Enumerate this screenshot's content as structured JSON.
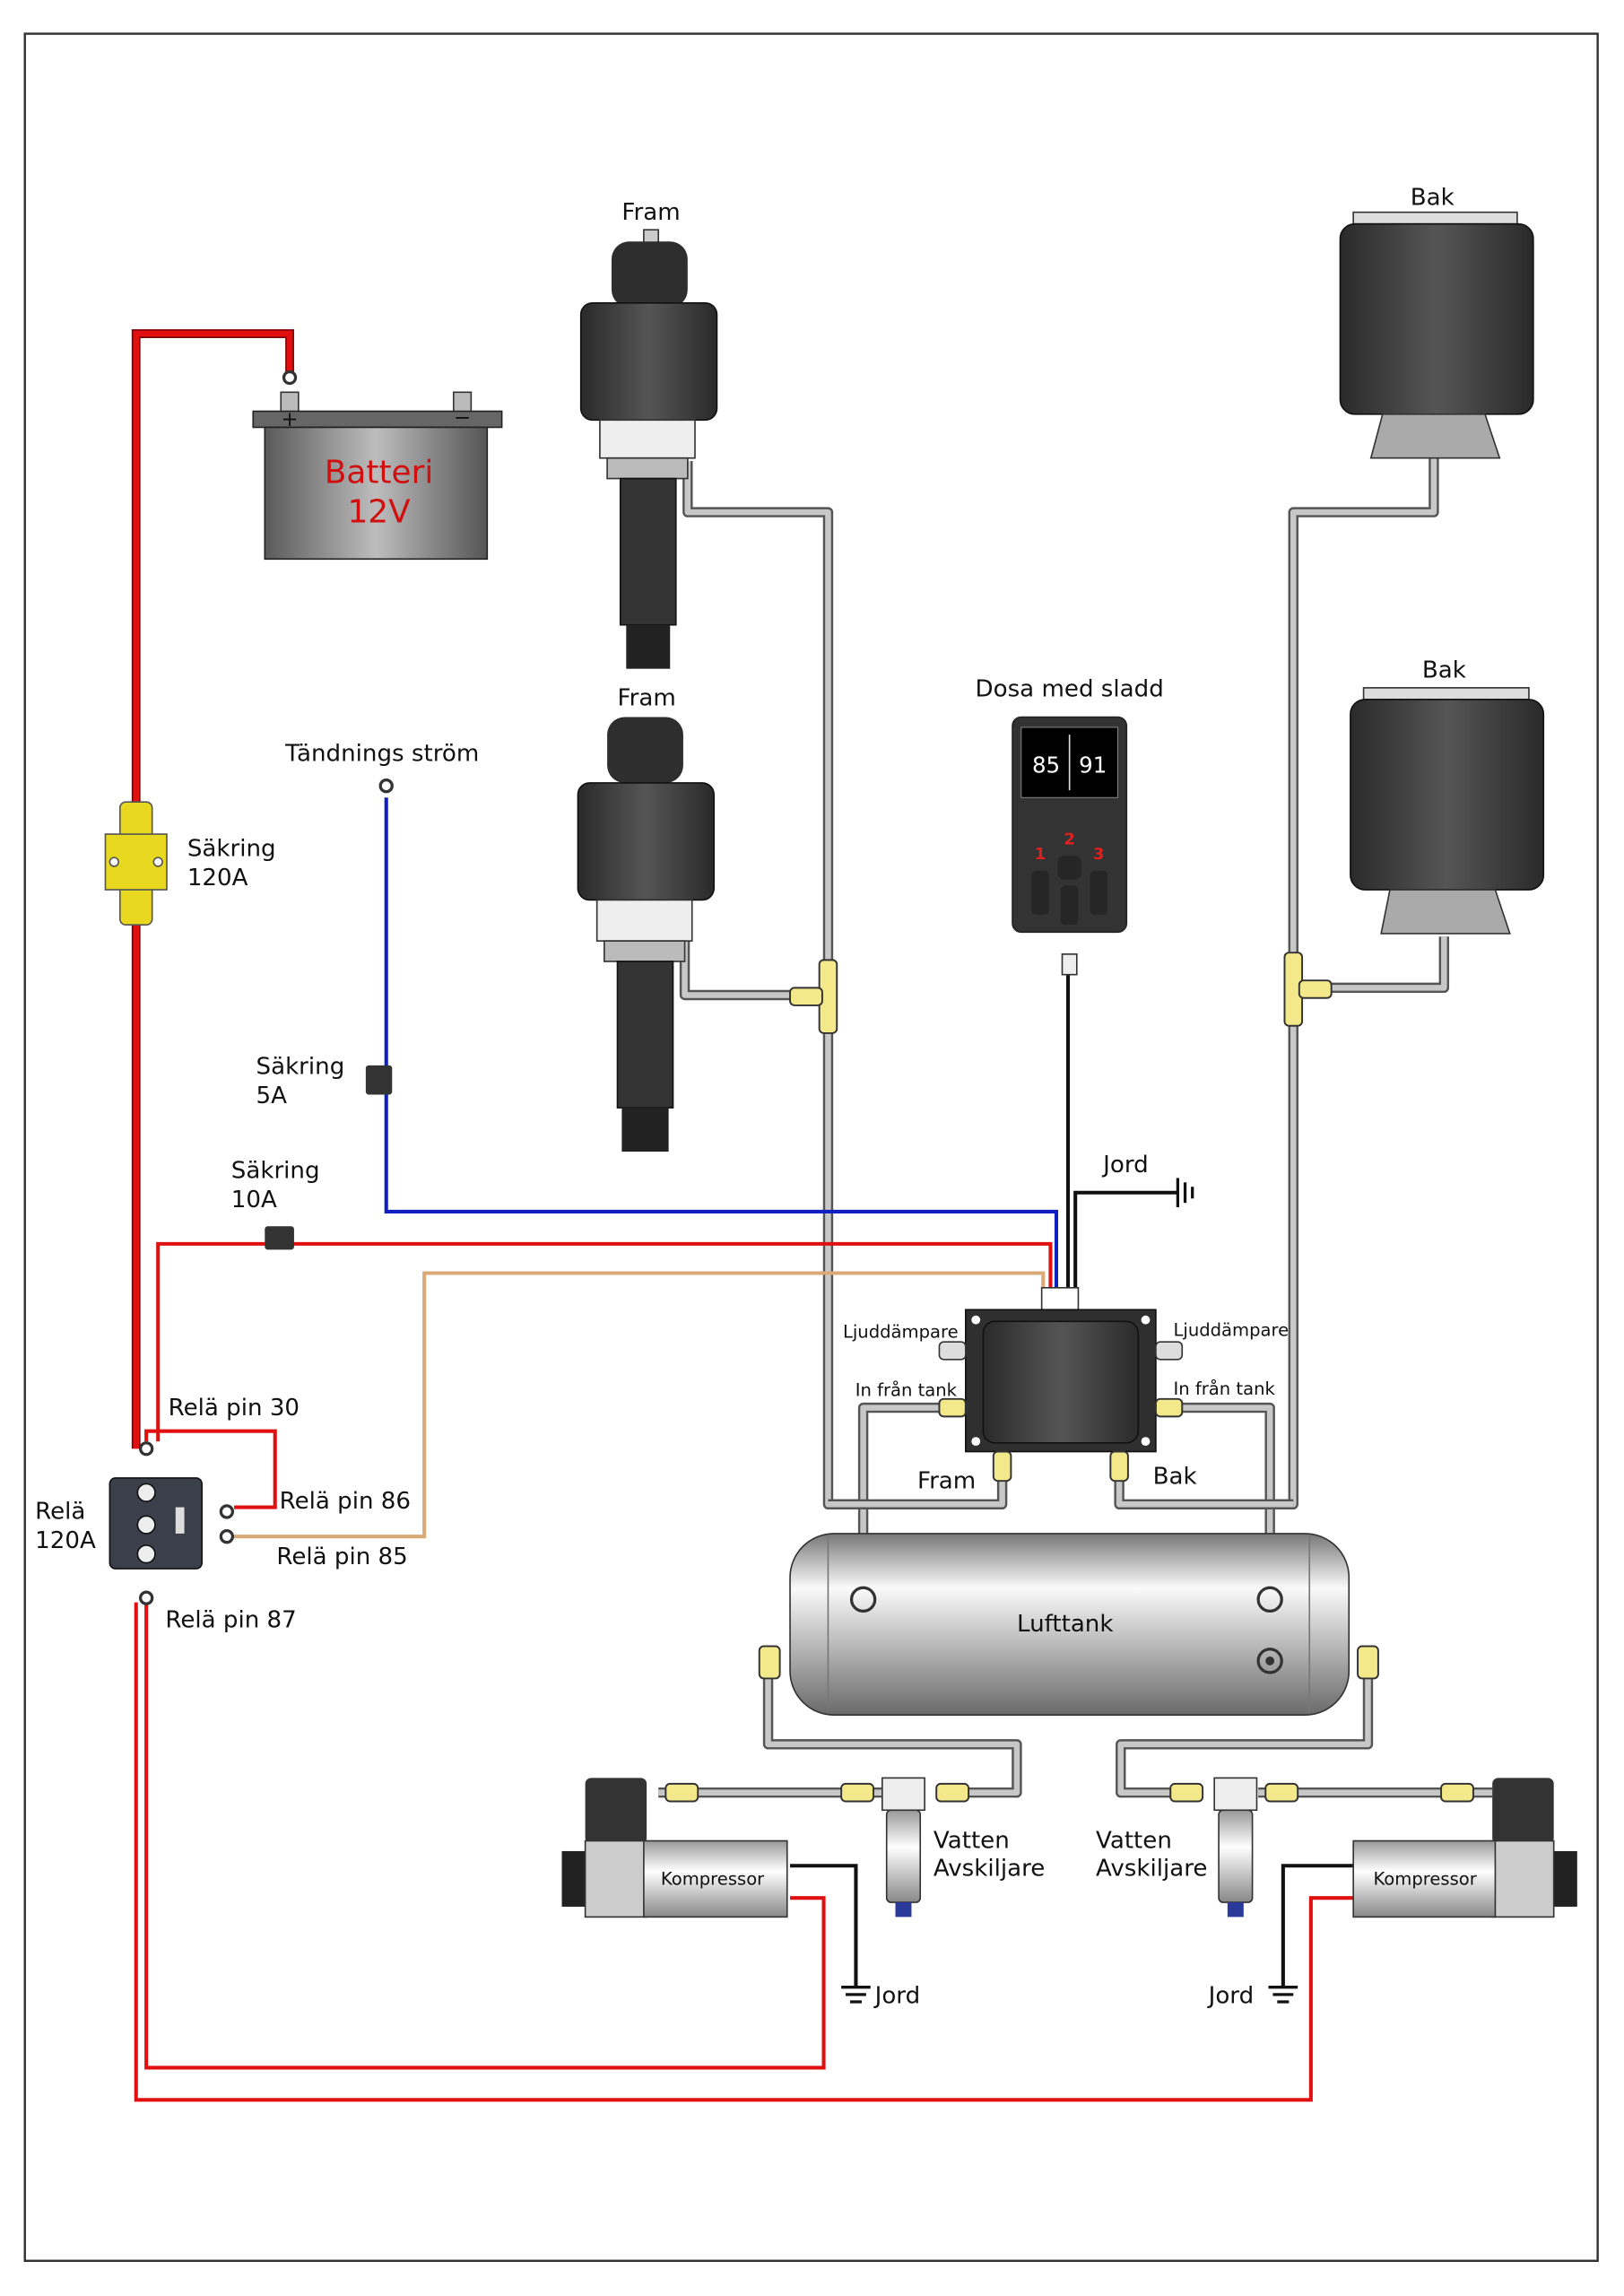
{
  "battery": {
    "line1": "Batteri",
    "line2": "12V",
    "plus": "+",
    "minus": "−"
  },
  "fuses": {
    "main": {
      "line1": "Säkring",
      "line2": "120A"
    },
    "ignition_fuse": {
      "line1": "Säkring",
      "line2": "5A"
    },
    "relay_fuse": {
      "line1": "Säkring",
      "line2": "10A"
    }
  },
  "ignition": {
    "label": "Tändnings ström"
  },
  "relay": {
    "line1": "Relä",
    "line2": "120A",
    "pin30": "Relä pin 30",
    "pin86": "Relä pin 86",
    "pin85": "Relä pin 85",
    "pin87": "Relä pin 87"
  },
  "struts": {
    "front_top": "Fram",
    "front_bottom": "Fram"
  },
  "bags": {
    "rear_top": "Bak",
    "rear_bottom": "Bak"
  },
  "remote": {
    "label": "Dosa med sladd",
    "left_value": "85",
    "right_value": "91",
    "buttons": [
      "1",
      "2",
      "3"
    ]
  },
  "ground": {
    "controller": "Jord",
    "left_compressor": "Jord",
    "right_compressor": "Jord"
  },
  "controller": {
    "muffler_left": "Ljuddämpare",
    "muffler_right": "Ljuddämpare",
    "inlet_left": "In från tank",
    "inlet_right": "In från tank",
    "out_front": "Fram",
    "out_rear": "Bak"
  },
  "tank": {
    "label": "Lufttank"
  },
  "compressors": {
    "left": "Kompressor",
    "right": "Kompressor"
  },
  "water_separators": {
    "left": {
      "line1": "Vatten",
      "line2": "Avskiljare"
    },
    "right": {
      "line1": "Vatten",
      "line2": "Avskiljare"
    }
  },
  "colors": {
    "power_wire": "#e01010",
    "ignition_wire": "#1020c0",
    "signal_wire": "#d9aa78",
    "air_line": "#c8c8c8",
    "fitting": "#f3e98a"
  }
}
